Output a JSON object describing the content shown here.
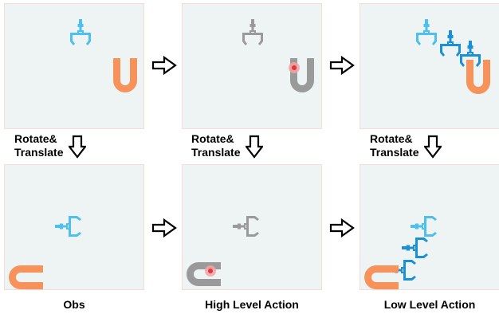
{
  "labels": {
    "rotate_line1": "Rotate&",
    "rotate_line2": "Translate"
  },
  "captions": {
    "obs": "Obs",
    "high_level": "High Level Action",
    "low_level": "Low Level Action"
  },
  "colors": {
    "panel_bg": "#eef3f4",
    "panel_border": "#f4ddd6",
    "gripper_blue": "#4cc0ee",
    "gripper_dark_blue": "#1a90d9",
    "gripper_gray": "#9a9a9a",
    "magnet_orange": "#f7925a",
    "magnet_gray": "#9a9a9a",
    "target_red": "#e8323c"
  }
}
